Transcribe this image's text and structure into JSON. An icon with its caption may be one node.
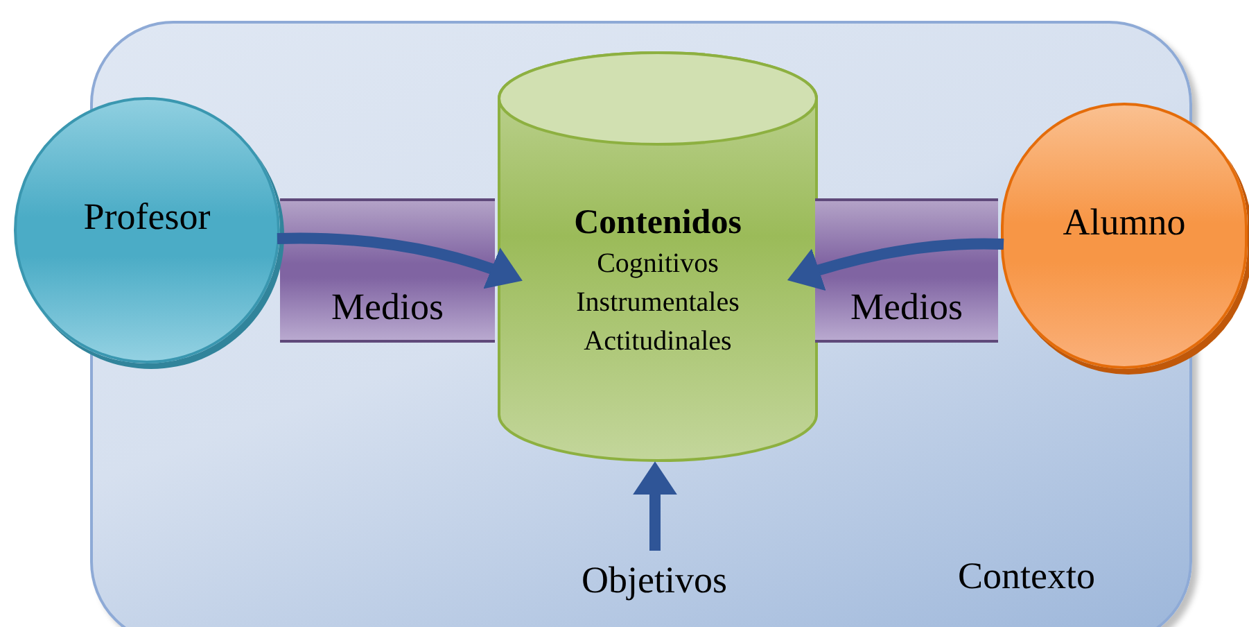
{
  "diagram": {
    "nodes": [
      {
        "text": [
          "Contexto"
        ]
      },
      {
        "text": [
          "Profesor"
        ]
      },
      {
        "text": [
          "Contenidos",
          "Cognitivos Instrumentales Actitudinales"
        ],
        "in": 0
      },
      {
        "text": [
          "Alumno"
        ]
      },
      {
        "text": [
          "Objetivos"
        ],
        "in": 0
      }
    ],
    "edges": [
      {
        "from": 1,
        "to": 2,
        "arrow": "to"
      },
      {
        "from": 3,
        "to": 2,
        "arrow": "to"
      },
      {
        "from": 4,
        "to": 2,
        "arrow": "to"
      }
    ],
    "labels": [
      "Medios",
      "Medios"
    ]
  }
}
